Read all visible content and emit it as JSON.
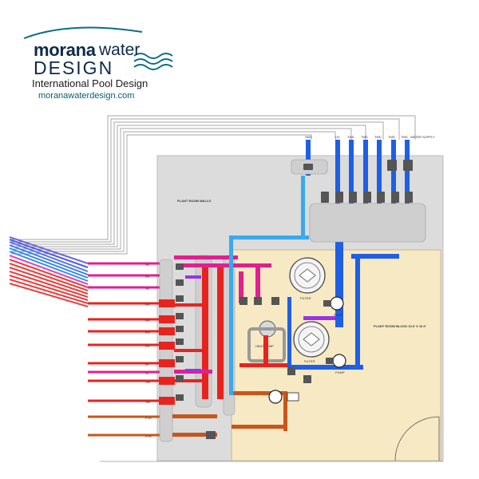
{
  "logo": {
    "name_bold": "morana",
    "name_light": "water",
    "design": "DESIGN",
    "tagline": "International Pool Design",
    "url": "moranawaterdesign.com",
    "colors": {
      "navy": "#0e2a4a",
      "teal": "#0b6e7e"
    }
  },
  "diagram": {
    "top_labels": [
      "SMS",
      "UV",
      "TMD",
      "TMD",
      "TMD",
      "TMD",
      "TMD",
      "WATER SUPPLY"
    ],
    "plant_room_walls": "PLANT ROOM WALLS",
    "plant_room_block": "PLANT ROOM BLOCK 10.0' X 10.0'",
    "left_inlets": [
      "SK",
      "SK",
      "SK",
      "RS",
      "RS",
      "RS",
      "RS",
      "IN",
      "IN",
      "SM",
      "SM",
      "PJG",
      "PJG"
    ],
    "equipment": [
      "FILTER",
      "FILTER",
      "PUMP",
      "PUMP",
      "HEAT PUMP"
    ],
    "pipe_colors": {
      "blue": "#1f5fe6",
      "lightblue": "#39a9f0",
      "red": "#e8231f",
      "magenta": "#e0208f",
      "purple": "#9a32e6",
      "orange": "#c8561a",
      "grey": "#d9d9d9",
      "floor": "#f7e9c4"
    }
  }
}
